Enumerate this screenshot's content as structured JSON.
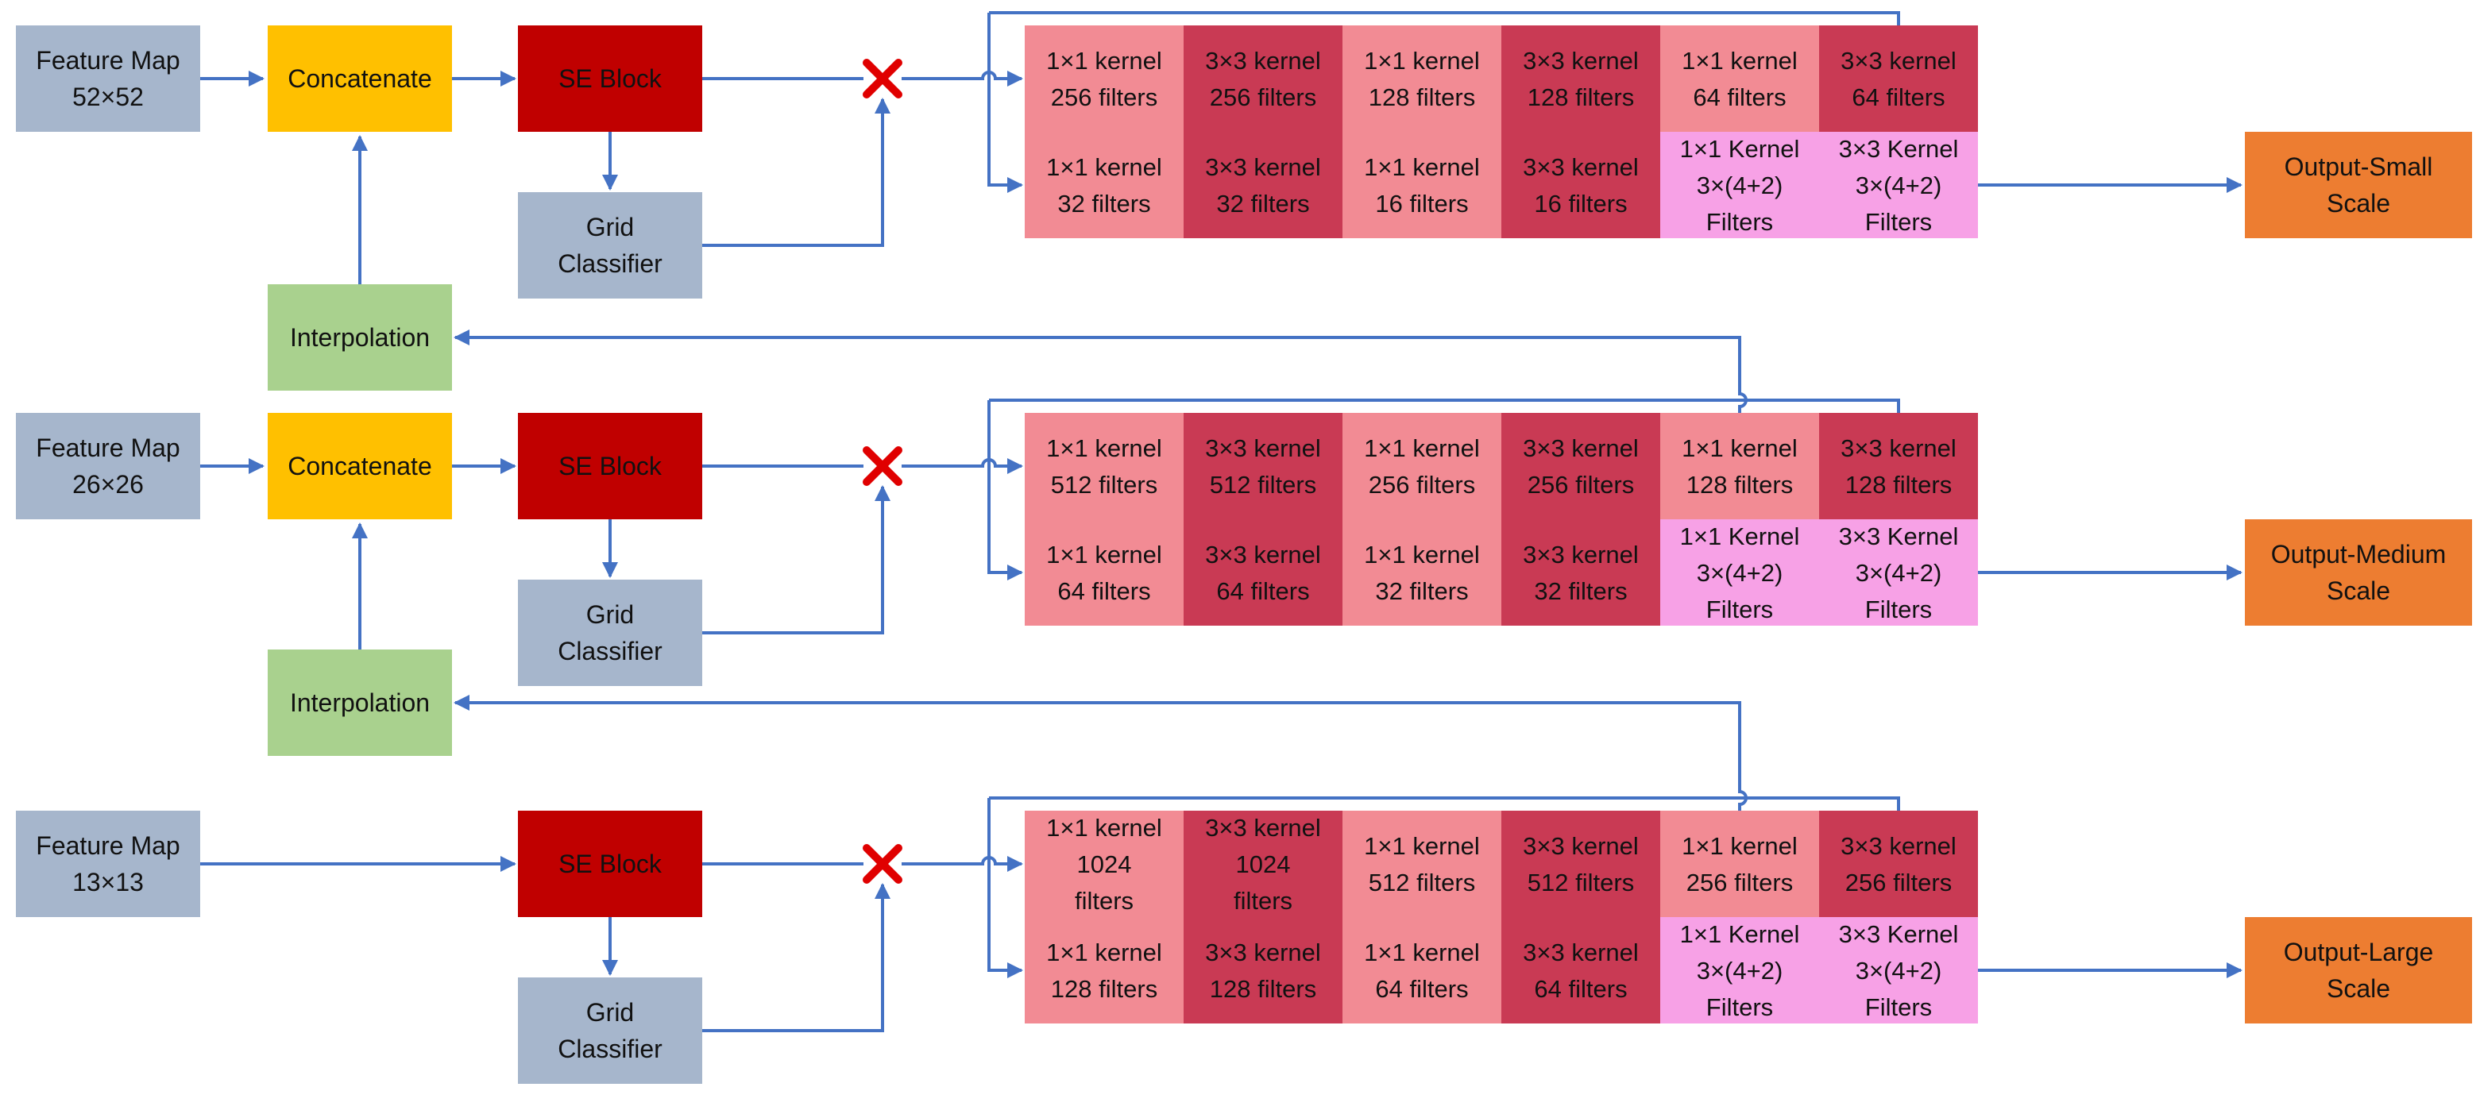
{
  "colors": {
    "feature_map": "#A6B6CC",
    "concatenate": "#FFC000",
    "se_block": "#C00000",
    "grid_classifier": "#A6B6CC",
    "interpolation": "#A9D18E",
    "output": "#ED7D31",
    "kernel_1x1": "#F28B94",
    "kernel_3x3": "#C93A54",
    "kernel_final": "#F7A1E6",
    "arrow": "#4472C4",
    "cross": "#E00000"
  },
  "rows": [
    {
      "feature_map": [
        "Feature Map",
        "52×52"
      ],
      "concatenate": [
        "Concatenate"
      ],
      "se_block": [
        "SE Block"
      ],
      "grid_classifier": [
        "Grid",
        "Classifier"
      ],
      "interpolation": [
        "Interpolation"
      ],
      "output": [
        "Output-Small",
        "Scale"
      ],
      "kernel_top": [
        [
          "1×1 kernel",
          "256 filters"
        ],
        [
          "3×3 kernel",
          "256 filters"
        ],
        [
          "1×1 kernel",
          "128 filters"
        ],
        [
          "3×3 kernel",
          "128 filters"
        ],
        [
          "1×1 kernel",
          "64 filters"
        ],
        [
          "3×3 kernel",
          "64 filters"
        ]
      ],
      "kernel_bottom": [
        [
          "1×1 kernel",
          "32 filters"
        ],
        [
          "3×3 kernel",
          "32 filters"
        ],
        [
          "1×1 kernel",
          "16 filters"
        ],
        [
          "3×3 kernel",
          "16 filters"
        ],
        [
          "1×1 Kernel",
          "3×(4+2)",
          "Filters"
        ],
        [
          "3×3 Kernel",
          "3×(4+2)",
          "Filters"
        ]
      ]
    },
    {
      "feature_map": [
        "Feature Map",
        "26×26"
      ],
      "concatenate": [
        "Concatenate"
      ],
      "se_block": [
        "SE Block"
      ],
      "grid_classifier": [
        "Grid",
        "Classifier"
      ],
      "interpolation": [
        "Interpolation"
      ],
      "output": [
        "Output-Medium",
        "Scale"
      ],
      "kernel_top": [
        [
          "1×1 kernel",
          "512 filters"
        ],
        [
          "3×3 kernel",
          "512 filters"
        ],
        [
          "1×1 kernel",
          "256 filters"
        ],
        [
          "3×3 kernel",
          "256 filters"
        ],
        [
          "1×1 kernel",
          "128 filters"
        ],
        [
          "3×3 kernel",
          "128 filters"
        ]
      ],
      "kernel_bottom": [
        [
          "1×1 kernel",
          "64 filters"
        ],
        [
          "3×3 kernel",
          "64 filters"
        ],
        [
          "1×1 kernel",
          "32 filters"
        ],
        [
          "3×3 kernel",
          "32 filters"
        ],
        [
          "1×1 Kernel",
          "3×(4+2)",
          "Filters"
        ],
        [
          "3×3 Kernel",
          "3×(4+2)",
          "Filters"
        ]
      ]
    },
    {
      "feature_map": [
        "Feature Map",
        "13×13"
      ],
      "se_block": [
        "SE Block"
      ],
      "grid_classifier": [
        "Grid",
        "Classifier"
      ],
      "output": [
        "Output-Large",
        "Scale"
      ],
      "kernel_top": [
        [
          "1×1 kernel",
          "1024",
          "filters"
        ],
        [
          "3×3 kernel",
          "1024",
          "filters"
        ],
        [
          "1×1 kernel",
          "512 filters"
        ],
        [
          "3×3 kernel",
          "512 filters"
        ],
        [
          "1×1 kernel",
          "256 filters"
        ],
        [
          "3×3 kernel",
          "256 filters"
        ]
      ],
      "kernel_bottom": [
        [
          "1×1 kernel",
          "128 filters"
        ],
        [
          "3×3 kernel",
          "128 filters"
        ],
        [
          "1×1 kernel",
          "64 filters"
        ],
        [
          "3×3 kernel",
          "64 filters"
        ],
        [
          "1×1 Kernel",
          "3×(4+2)",
          "Filters"
        ],
        [
          "3×3 Kernel",
          "3×(4+2)",
          "Filters"
        ]
      ]
    }
  ]
}
